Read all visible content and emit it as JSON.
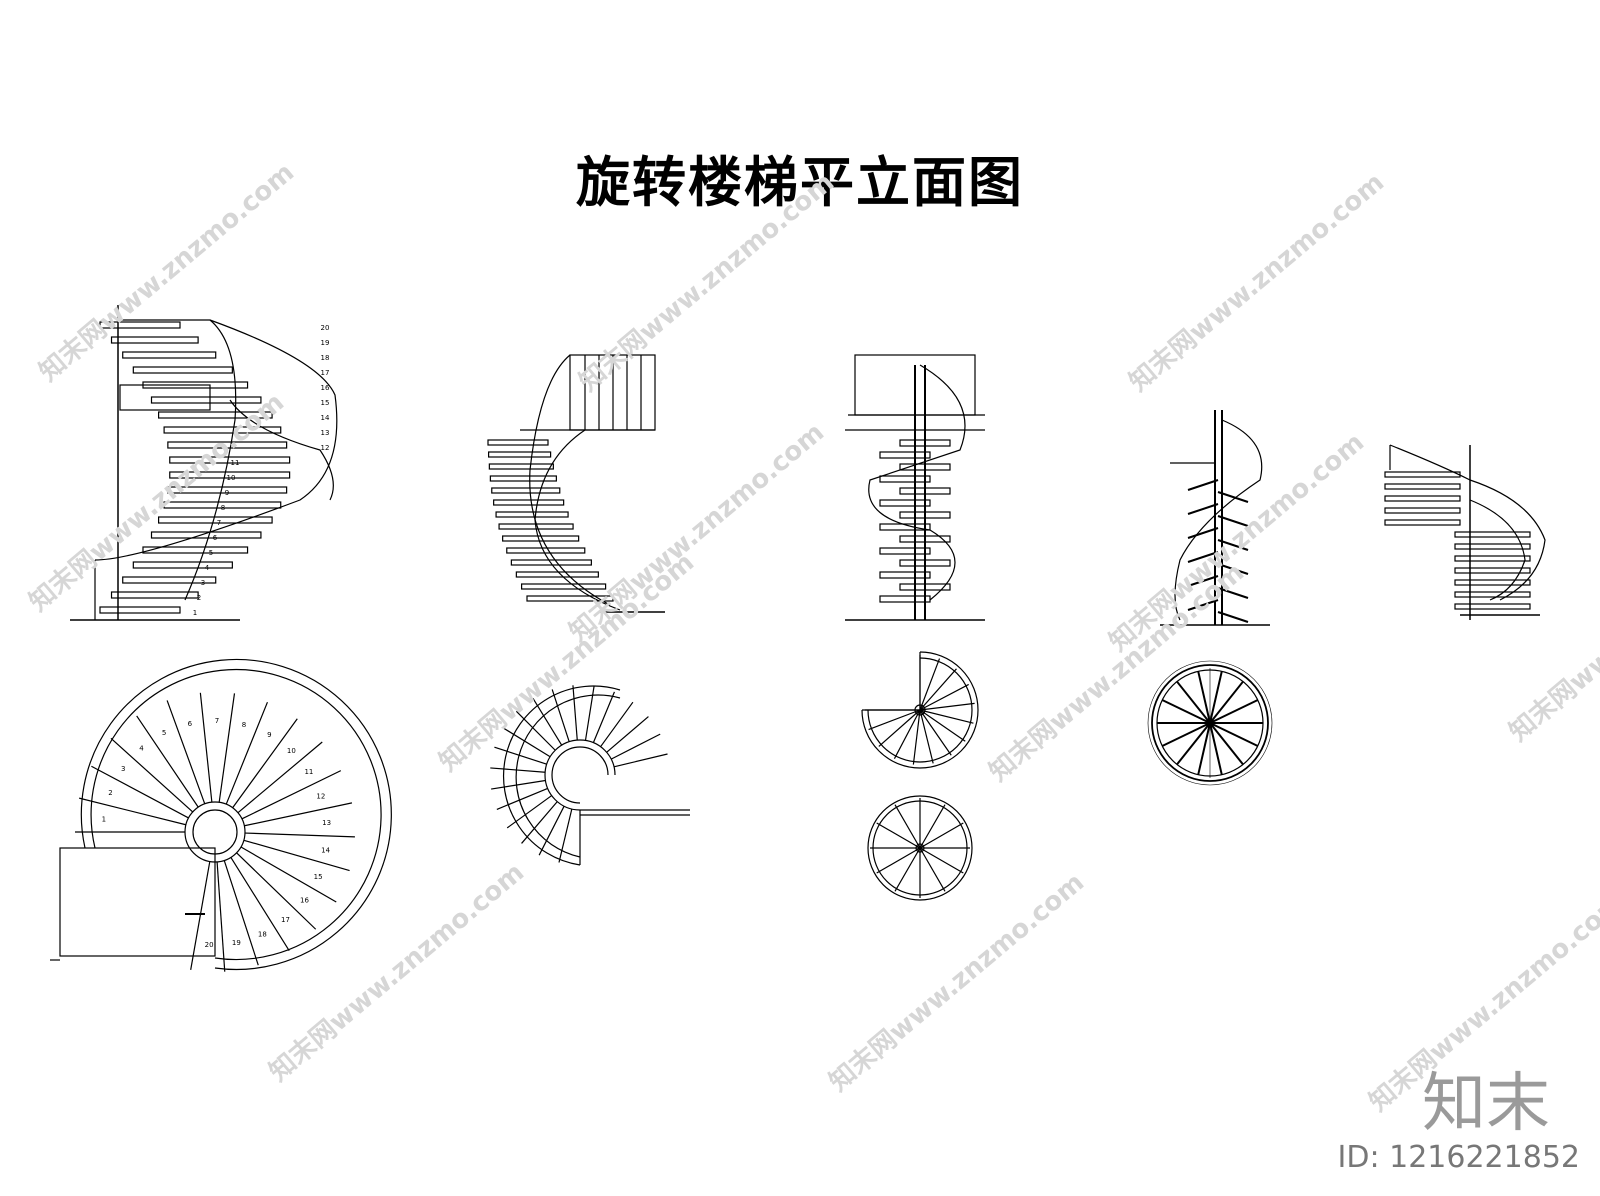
{
  "title": "旋转楼梯平立面图",
  "watermark": {
    "text": "知末网www.znzmo.com"
  },
  "brand": {
    "logo": "知末",
    "id_label": "ID: 1216221852"
  },
  "drawings": {
    "elevation_1_step_numbers": [
      "1",
      "2",
      "3",
      "4",
      "5",
      "6",
      "7",
      "8",
      "9",
      "10",
      "11",
      "12",
      "13",
      "14",
      "15",
      "16",
      "17",
      "18",
      "19",
      "20"
    ],
    "plan_1_step_numbers": [
      "1",
      "2",
      "3",
      "4",
      "5",
      "6",
      "7",
      "8",
      "9",
      "10",
      "11",
      "12",
      "13",
      "14",
      "15",
      "16",
      "17",
      "18",
      "19",
      "20"
    ]
  }
}
